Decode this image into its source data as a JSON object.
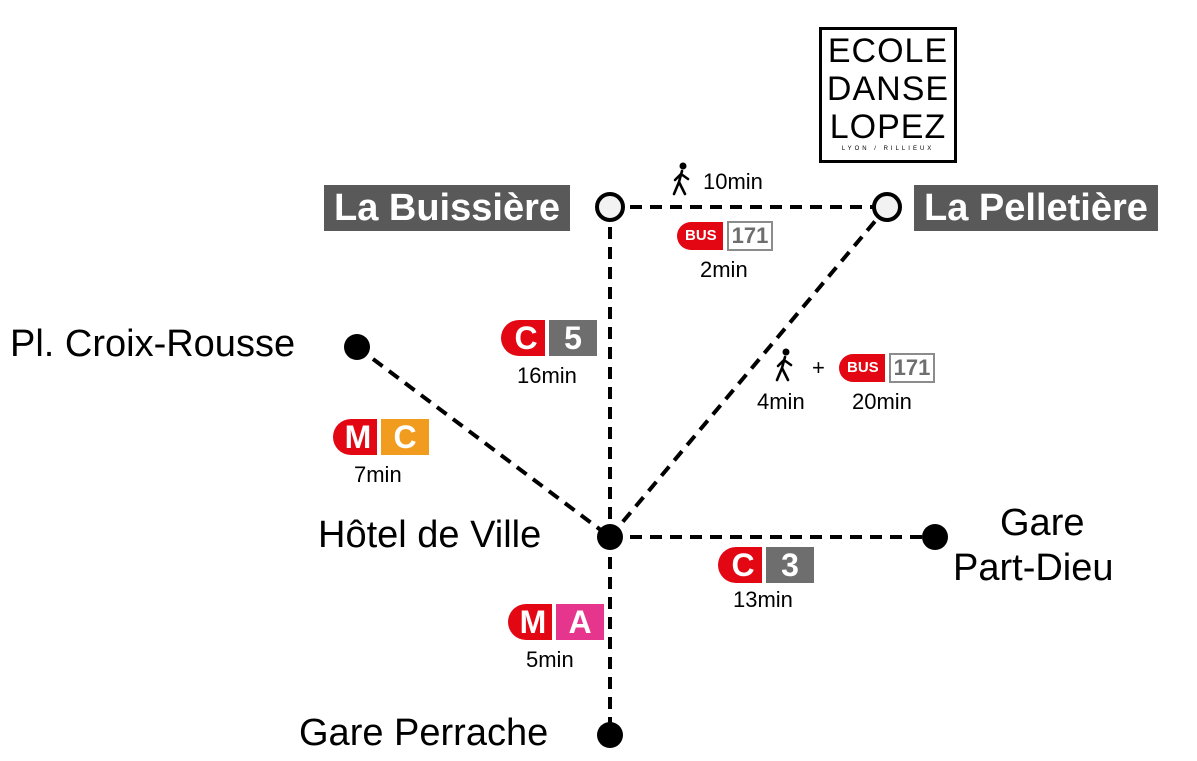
{
  "logo": {
    "line1": "ECOLE",
    "line2": "DANSE",
    "line3": "LOPEZ",
    "tagline": "LYON / RILLIEUX"
  },
  "stations": {
    "buissiere": "La Buissière",
    "pelletiere": "La Pelletière",
    "croix_rousse": "Pl. Croix-Rousse",
    "hotel_de_ville": "Hôtel de Ville",
    "part_dieu_1": "Gare",
    "part_dieu_2": "Part-Dieu",
    "perrache": "Gare Perrache"
  },
  "routes": {
    "walk_top": {
      "icon": "pedestrian-icon",
      "time": "10min"
    },
    "bus_top": {
      "mode": "BUS",
      "line": "171",
      "time": "2min"
    },
    "c5": {
      "mode": "C",
      "line": "5",
      "time": "16min",
      "colors": [
        "#e30613",
        "#6e6e6e"
      ]
    },
    "walk_bus_diag": {
      "walk_time": "4min",
      "plus": "+",
      "mode": "BUS",
      "line": "171",
      "bus_time": "20min"
    },
    "mc": {
      "mode": "M",
      "line": "C",
      "time": "7min",
      "colors": [
        "#e30613",
        "#f29c1f"
      ]
    },
    "c3": {
      "mode": "C",
      "line": "3",
      "time": "13min",
      "colors": [
        "#e30613",
        "#6e6e6e"
      ]
    },
    "ma": {
      "mode": "M",
      "line": "A",
      "time": "5min",
      "colors": [
        "#e30613",
        "#e5358d"
      ]
    }
  },
  "colors": {
    "station_box": "#595959",
    "red": "#e30613",
    "grey": "#6e6e6e",
    "orange": "#f29c1f",
    "pink": "#e5358d"
  }
}
